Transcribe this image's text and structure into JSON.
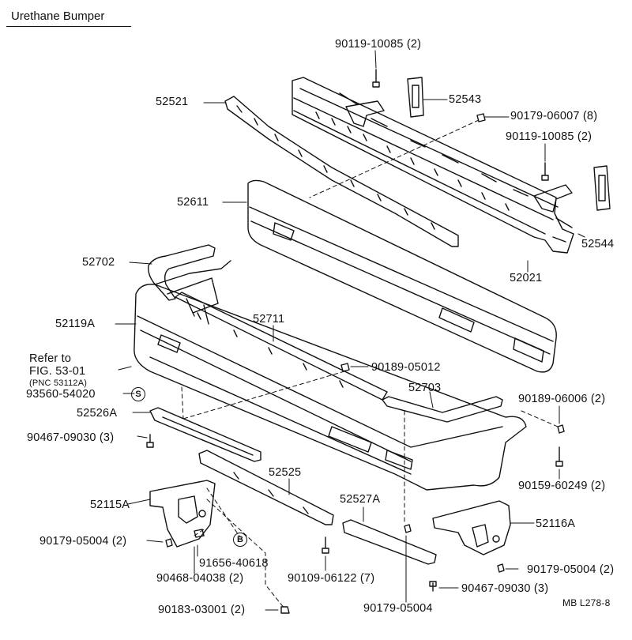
{
  "title": "Urethane Bumper",
  "figure_code": "MB L278-8",
  "refer": {
    "line1": "Refer to",
    "line2": "FIG. 53-01",
    "line3": "(PNC 53112A)"
  },
  "callouts": {
    "p90119_a": "90119-10085 (2)",
    "p52543": "52543",
    "p52521": "52521",
    "p90179_06007": "90179-06007 (8)",
    "p90119_b": "90119-10085 (2)",
    "p52611": "52611",
    "p52544": "52544",
    "p52702": "52702",
    "p52021": "52021",
    "p52119A": "52119A",
    "p52711": "52711",
    "p90189_05012": "90189-05012",
    "p52703": "52703",
    "p93560": "93560-54020",
    "p90189_06006": "90189-06006 (2)",
    "p52526A": "52526A",
    "p90467_a": "90467-09030 (3)",
    "p52525": "52525",
    "p90159": "90159-60249 (2)",
    "p52115A": "52115A",
    "p52527A": "52527A",
    "p52116A": "52116A",
    "p90179_05004_a": "90179-05004 (2)",
    "p91656": "91656-40618",
    "p90468": "90468-04038 (2)",
    "p90109": "90109-06122 (7)",
    "p90179_05004_b": "90179-05004 (2)",
    "p90467_b": "90467-09030 (3)",
    "p90183": "90183-03001 (2)",
    "p90179_05004_c": "90179-05004"
  },
  "markers": {
    "s": "S",
    "b": "B"
  }
}
